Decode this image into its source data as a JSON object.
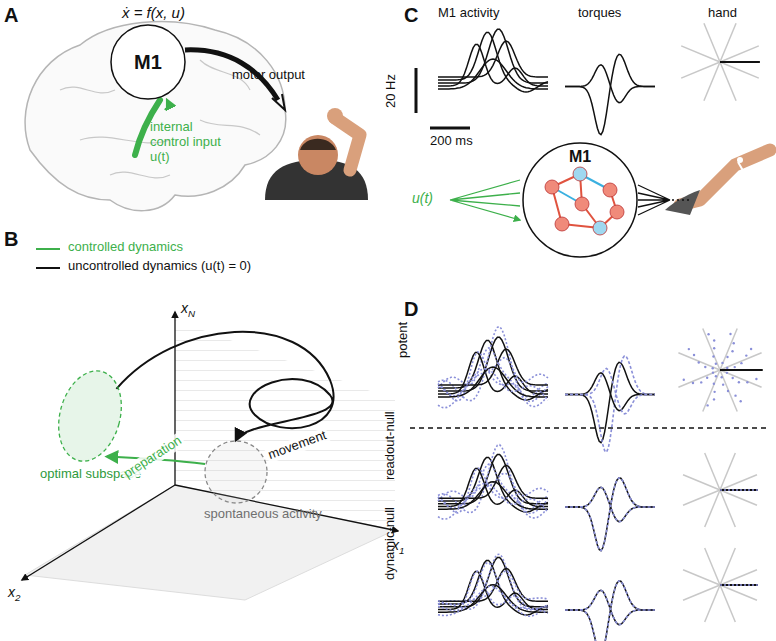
{
  "diagram": {
    "nodes": [
      {
        "text": [
          "M1"
        ]
      },
      {
        "text": [
          "M1"
        ]
      },
      {
        "text": [
          "optimal subspace"
        ]
      },
      {
        "text": [
          "spontaneous activity"
        ]
      }
    ],
    "edges": [
      {
        "from": 3,
        "to": 2,
        "arrow": "to",
        "label": "preparation"
      },
      {
        "from": 2,
        "to": 3,
        "arrow": "to",
        "label": "movement"
      }
    ],
    "labels": [
      "A",
      "ẋ = f(x, u)",
      "motor output",
      "internal control input u(t)",
      "B",
      "xN",
      "x1",
      "x2",
      "C",
      "M1 activity",
      "torques",
      "hand",
      "20 Hz",
      "200 ms",
      "u(t)",
      "D",
      "potent",
      "readout-null",
      "dynamic-null"
    ],
    "legend": [
      {
        "text": "controlled dynamics"
      },
      {
        "text": "uncontrolled dynamics (u(t) = 0)"
      }
    ]
  }
}
